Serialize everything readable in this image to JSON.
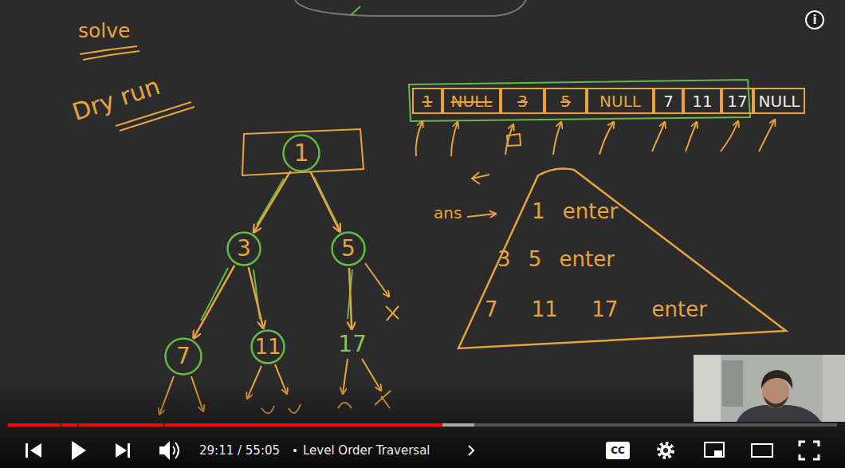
{
  "diagram": {
    "nodes": [
      {
        "text": [
          "1"
        ]
      },
      {
        "text": [
          "3"
        ]
      },
      {
        "text": [
          "5"
        ]
      },
      {
        "text": [
          "7"
        ]
      },
      {
        "text": [
          "11"
        ]
      },
      {
        "text": [
          "17"
        ]
      },
      {
        "text": [
          "1"
        ]
      },
      {
        "text": [
          "NULL"
        ]
      },
      {
        "text": [
          "3"
        ]
      },
      {
        "text": [
          "5"
        ]
      },
      {
        "text": [
          "NULL"
        ]
      },
      {
        "text": [
          "7"
        ]
      },
      {
        "text": [
          "11"
        ]
      },
      {
        "text": [
          "17"
        ]
      },
      {
        "text": [
          "NULL"
        ]
      },
      {
        "text": [
          "1 enter",
          "3 5 enter",
          "7 11 17 enter"
        ]
      }
    ],
    "edges": [
      {
        "from": 0,
        "to": 1,
        "arrow": "to"
      },
      {
        "from": 0,
        "to": 2,
        "arrow": "to"
      },
      {
        "from": 1,
        "to": 3,
        "arrow": "to"
      },
      {
        "from": 1,
        "to": 4,
        "arrow": "to"
      },
      {
        "from": 2,
        "to": 5,
        "arrow": "to"
      }
    ],
    "labels": [
      "solve",
      "Dry run",
      "ans",
      "i",
      "29:11 / 55:05",
      "Level Order Traversal",
      "CC"
    ]
  }
}
